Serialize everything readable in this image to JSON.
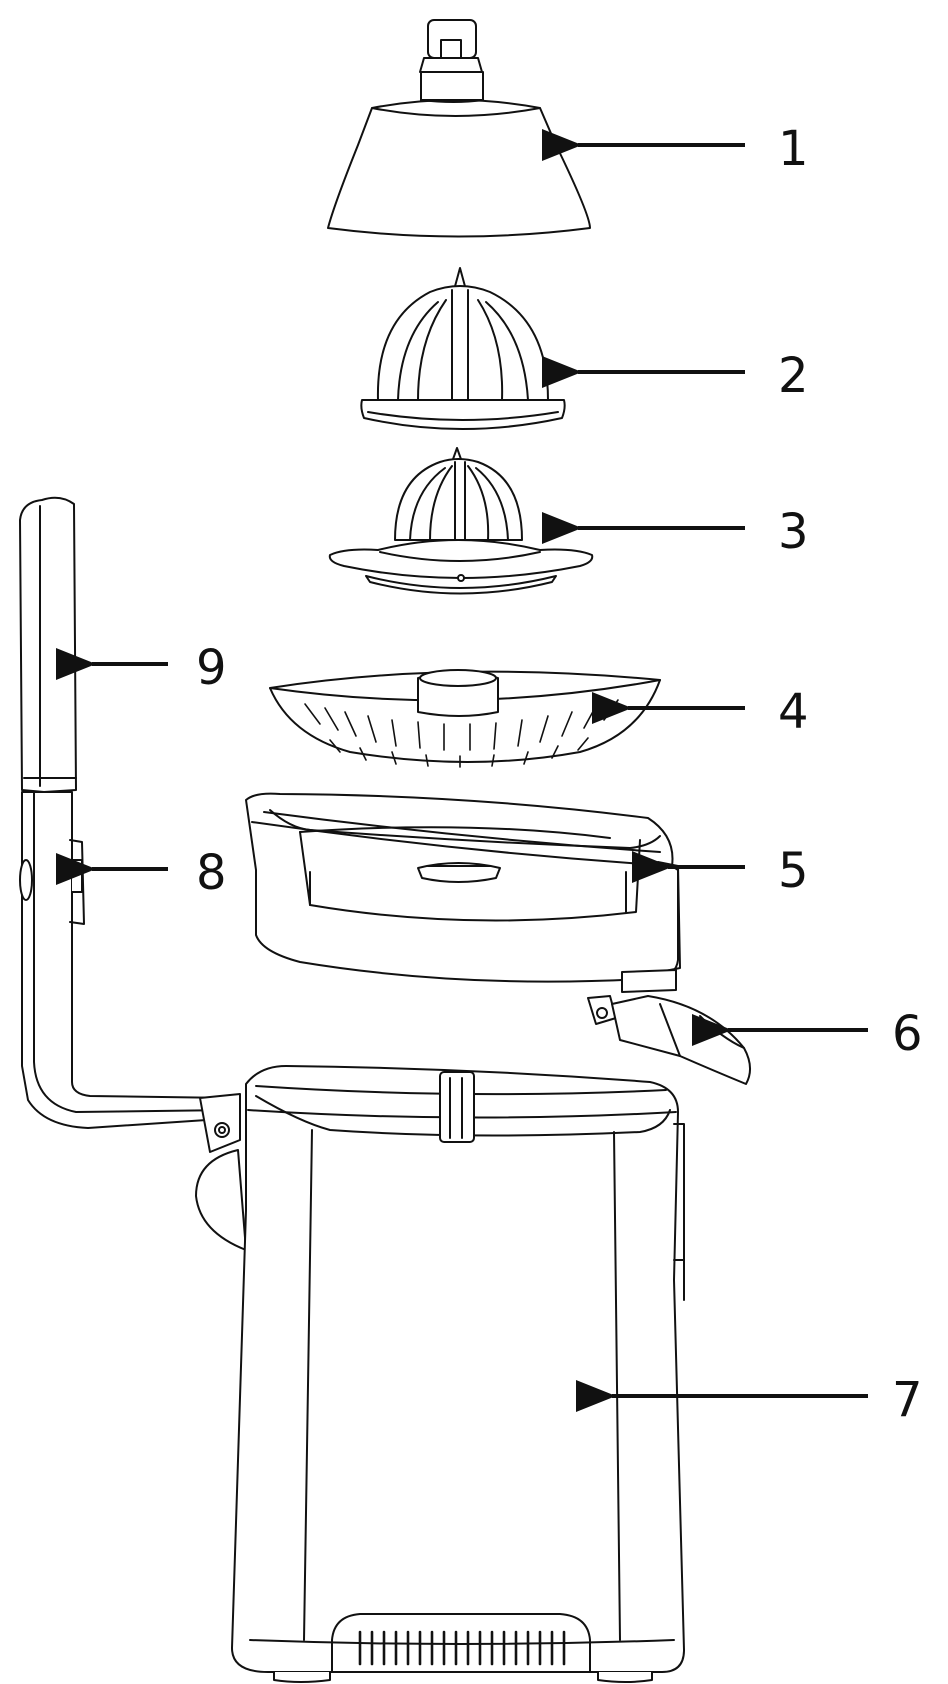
{
  "figure": {
    "stroke_color": "#111111",
    "fill_color": "#ffffff",
    "callouts": [
      {
        "number": "1",
        "icon": "arrow-left-icon"
      },
      {
        "number": "2",
        "icon": "arrow-left-icon"
      },
      {
        "number": "3",
        "icon": "arrow-left-icon"
      },
      {
        "number": "4",
        "icon": "arrow-left-icon"
      },
      {
        "number": "5",
        "icon": "arrow-left-icon"
      },
      {
        "number": "6",
        "icon": "arrow-left-icon"
      },
      {
        "number": "7",
        "icon": "arrow-left-icon"
      },
      {
        "number": "8",
        "icon": "arrow-left-icon"
      },
      {
        "number": "9",
        "icon": "arrow-left-icon"
      }
    ]
  }
}
